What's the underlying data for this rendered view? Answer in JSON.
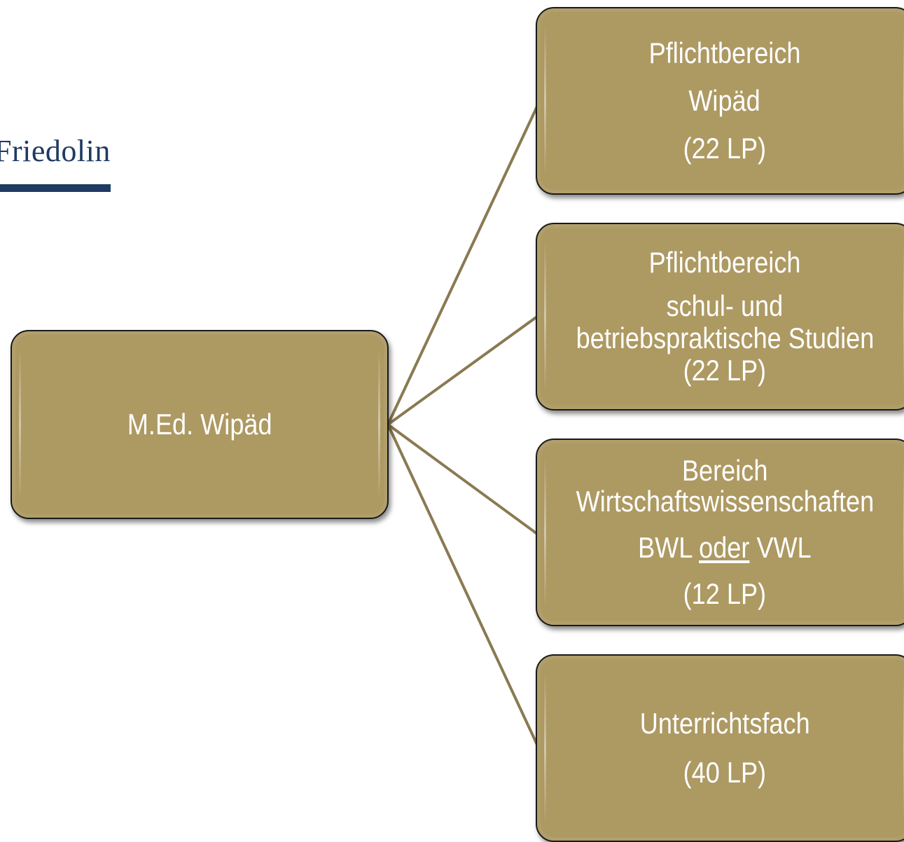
{
  "brand": {
    "text": "Friedolin"
  },
  "colors": {
    "node_fill": "#ad9962",
    "connector": "#8a7a52",
    "brand": "#1f3a63"
  },
  "root": {
    "label": "M.Ed. Wipäd"
  },
  "children": [
    {
      "lines": [
        "Pflichtbereich",
        "Wipäd",
        "(22 LP)"
      ]
    },
    {
      "lines": [
        "Pflichtbereich",
        "schul- und",
        "betriebspraktische Studien",
        "(22 LP)"
      ]
    },
    {
      "lines": [
        "Bereich",
        "Wirtschaftswissenschaften",
        "(12 LP)"
      ],
      "choice": {
        "left": "BWL",
        "middle": "oder",
        "right": "VWL"
      }
    },
    {
      "lines": [
        "Unterrichtsfach",
        "(40 LP)"
      ]
    }
  ]
}
